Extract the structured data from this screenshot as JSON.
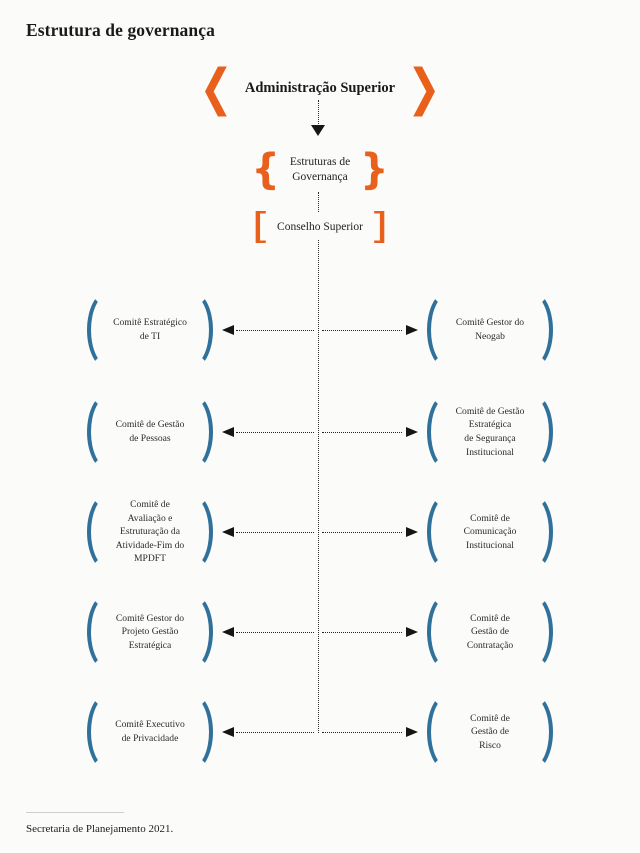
{
  "page": {
    "title": "Estrutura de governança",
    "background_color": "#fbfbf9",
    "accent_orange": "#e8601c",
    "accent_blue": "#30719c",
    "connector_color": "#232323"
  },
  "hierarchy": {
    "top": {
      "label": "Administração Superior",
      "bracket_left": "❮",
      "bracket_right": "❯",
      "bracket_style": "chevron"
    },
    "governance": {
      "label": "Estruturas de\nGovernança",
      "bracket_left": "{",
      "bracket_right": "}",
      "bracket_style": "curly-brace"
    },
    "council": {
      "label": "Conselho Superior",
      "bracket_left": "[",
      "bracket_right": "]",
      "bracket_style": "square-bracket"
    }
  },
  "committee_rows": [
    {
      "left": "Comitê Estratégico\nde TI",
      "right": "Comitê Gestor do\nNeogab"
    },
    {
      "left": "Comitê de Gestão\nde Pessoas",
      "right": "Comitê de Gestão\nEstratégica\nde Segurança\nInstitucional"
    },
    {
      "left": "Comitê de\nAvaliação e\nEstruturação da\nAtividade-Fim do\nMPDFT",
      "right": "Comitê de\nComunicação\nInstitucional"
    },
    {
      "left": "Comitê Gestor do\nProjeto Gestão\nEstratégica",
      "right": "Comitê de\nGestão de\nContratação"
    },
    {
      "left": "Comitê Executivo\nde Privacidade",
      "right": "Comitê de\nGestão de\nRisco"
    }
  ],
  "footer": {
    "text": "Secretaria de Planejamento 2021."
  }
}
